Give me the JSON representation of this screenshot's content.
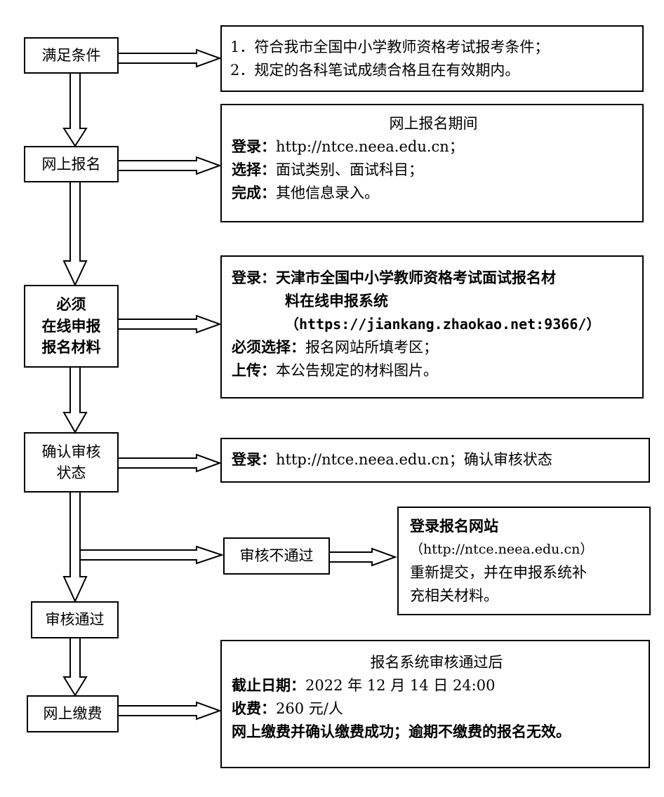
{
  "steps": {
    "s1": "满足条件",
    "s2": "网上报名",
    "s3": [
      "必须",
      "在线申报",
      "报名材料"
    ],
    "s4": [
      "确认审核",
      "状态"
    ],
    "s5": "审核通过",
    "s6": "网上缴费",
    "fail": "审核不通过"
  },
  "info1": {
    "line1": "1．符合我市全国中小学教师资格考试报考条件；",
    "line2": "2．规定的各科笔试成绩合格且在有效期内。"
  },
  "info2": {
    "title": "网上报名期间",
    "login_key": "登录：",
    "login_val": "http://ntce.neea.edu.cn；",
    "select_key": "选择：",
    "select_val": "面试类别、面试科目；",
    "done_key": "完成：",
    "done_val": "其他信息录入。"
  },
  "info3": {
    "login_key": "登录：",
    "login_val1": "天津市全国中小学教师资格考试面试报名材",
    "login_val2": "料在线申报系统",
    "url": "（https://jiankang.zhaokao.net:9366/）",
    "must_key": "必须选择：",
    "must_val": "报名网站所填考区；",
    "upload_key": "上传：",
    "upload_val": "本公告规定的材料图片。"
  },
  "info4": {
    "login_key": "登录：",
    "login_val": "http://ntce.neea.edu.cn；确认审核状态"
  },
  "info5": {
    "title": "登录报名网站",
    "url": "（http://ntce.neea.edu.cn）",
    "line3": "重新提交，并在申报系统补",
    "line4": "充相关材料。"
  },
  "info6": {
    "title": "报名系统审核通过后",
    "deadline_key": "截止日期：",
    "deadline_val": "2022 年 12 月 14 日 24:00",
    "fee_key": "收费：",
    "fee_val": "260 元/人",
    "note": "网上缴费并确认缴费成功；逾期不缴费的报名无效。"
  }
}
